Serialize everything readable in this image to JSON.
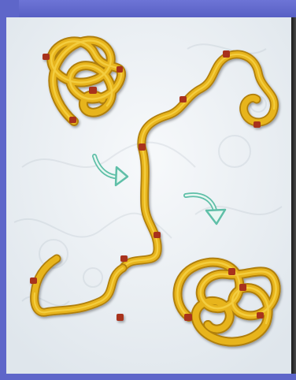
{
  "image": {
    "kind": "illustration",
    "subject": "protein folding",
    "elements": [
      "folded-protein-top-left",
      "unfolded-chain",
      "refolded-protein-bottom-right",
      "arrow-unfold",
      "arrow-refold"
    ]
  },
  "colors": {
    "background_frame": "#5e66c9",
    "chain": "#e7b41a",
    "chain_highlight": "#f6d34b",
    "chain_shadow": "#b07f0d",
    "marker": "#a8321c",
    "arrow": "#5fbfa8"
  }
}
